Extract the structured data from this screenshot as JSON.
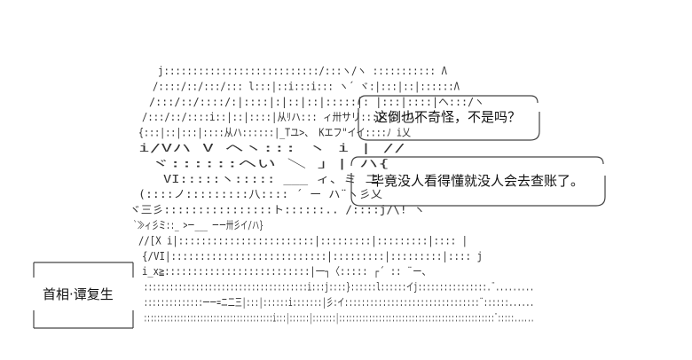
{
  "speech": {
    "bubble1_text": "这倒也不奇怪，不是吗？",
    "bubble2_text": "毕竟没人看得懂就没人会去查账了。"
  },
  "name_box": {
    "label": "首相·谭复生"
  },
  "ascii_art": {
    "lines": [
      "j:::::::::::::::::::::::::::/:::ヽ/ヽ  :::::::::::  Λ",
      "/::::/::/:::/::: l:::|::i:::i::: ヽ´  ヾ:|:::|::|::::::Λ",
      "/:::/::/::::/:|::::|:|::|::|:::::|:        |:::|::::|ヘ:::/ヽ",
      "/:::/::/::::i::|::|::::|从ﾘハ:::     ィ卅サリ:::}::::ハ|",
      "{:::|::|:::|::::从ハ::::::|_Tユ>、   Kエフ\"イイ::::ﾉ  i乂",
      "i/Vハ V ヘヽ:::  ヽ                  i |         //",
      "ヾ::::::ヘい ＼                    」|       ハ{",
      "VI:::::ヽ:::::         ___       ィ、ミ 二 ",
      "(::::ノ:::::::::八::::      ´   ー       ハ¨ヽ彡乂",
      "ヾ三彡::::::::::::::::ト::::::..             /::::j/\\! ヽ",
      "`≫ィ彡ミ::_ >ー___ ーー卅彡イ/ハ}",
      "//[X i|::::::::::::::::::::::::|:::::::::|:::::::::|:::: |",
      "{/VI|:::::::::::::::::::::::::::|:::::::::|:::::::::|::::  j",
      "i_x≧::::::::::::::::::::::::::|一┐〈::::: ┌´  ::  ¨ー、",
      "::::::::::::::::::::::::::::::::::::::i:::j::::}::::::l::::::イj::::::::::::::::.¨.........",
      "::::::::::::::一ー=ニ二三|:::|::::::i:::::::|彡:イ::::::::::::::::::::::::::::::::¨::::::......",
      ":::::::::::::::::::::::::::::::::::::::i:::|::::::|:::::::|:::::::::::::::::::::::::::::::::::::::::::::::¨:::::......"
    ]
  }
}
